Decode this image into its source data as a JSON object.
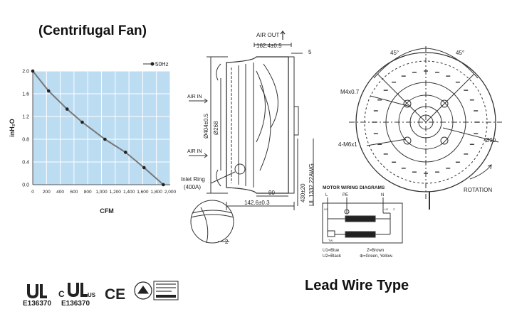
{
  "title": "(Centrifugal Fan)",
  "lead_title": "Lead Wire Type",
  "chart_data": {
    "type": "line",
    "ylabel": "inH₂O",
    "xlabel": "CFM",
    "xlim": [
      0,
      2000
    ],
    "ylim": [
      0,
      2.0
    ],
    "grid": true,
    "x_ticks": [
      "0",
      "200",
      "400",
      "600",
      "800",
      "1,000",
      "1,200",
      "1,400",
      "1,600",
      "1,800",
      "2,000"
    ],
    "y_ticks": [
      "0.0",
      "0.4",
      "0.8",
      "1.2",
      "1.6",
      "2.0"
    ],
    "legend_position": "top-right",
    "series": [
      {
        "name": "50Hz",
        "color": "#777777",
        "x": [
          0,
          230,
          500,
          720,
          1050,
          1350,
          1620,
          1900
        ],
        "y": [
          2.0,
          1.65,
          1.33,
          1.1,
          0.8,
          0.57,
          0.3,
          0.0
        ]
      }
    ]
  },
  "side_view": {
    "air_out": "AIR OUT",
    "air_in_1": "AIR IN",
    "air_in_2": "AIR IN",
    "dim_top": "162.4±0.5",
    "dim_5": "5",
    "dim_404": "Ø404±0.5",
    "dim_268": "Ø268",
    "inlet_ring_1": "Inlet Ring",
    "inlet_ring_2": "(400A)",
    "dim_90": "90",
    "dim_142": "142.6±0.3",
    "dim_430": "430±20",
    "dim_ul": "UL 1332 22AWG",
    "detail_2": "2"
  },
  "front_view": {
    "angle_left": "45°",
    "angle_right": "45°",
    "m4": "M4x0.7",
    "holes": "4-M6x1",
    "dia90": "Ø90",
    "rotation": "ROTATION"
  },
  "wiring": {
    "title": "MOTOR WIRING DIAGRAMS",
    "l": "L",
    "pe": "PE",
    "n": "N",
    "u1": "U1",
    "u2": "U2",
    "z": "Z",
    "tw": "TW",
    "u1_legend": "U1=Blue",
    "u2_legend": "U2=Black",
    "z_legend": "Z=Brown",
    "pe_legend": "⊕=Green, Yellow."
  },
  "certs": {
    "ul1_number": "E136370",
    "ul2_number": "E136370",
    "c_mark": "C",
    "us_mark": "US",
    "ce_mark": "CE"
  }
}
